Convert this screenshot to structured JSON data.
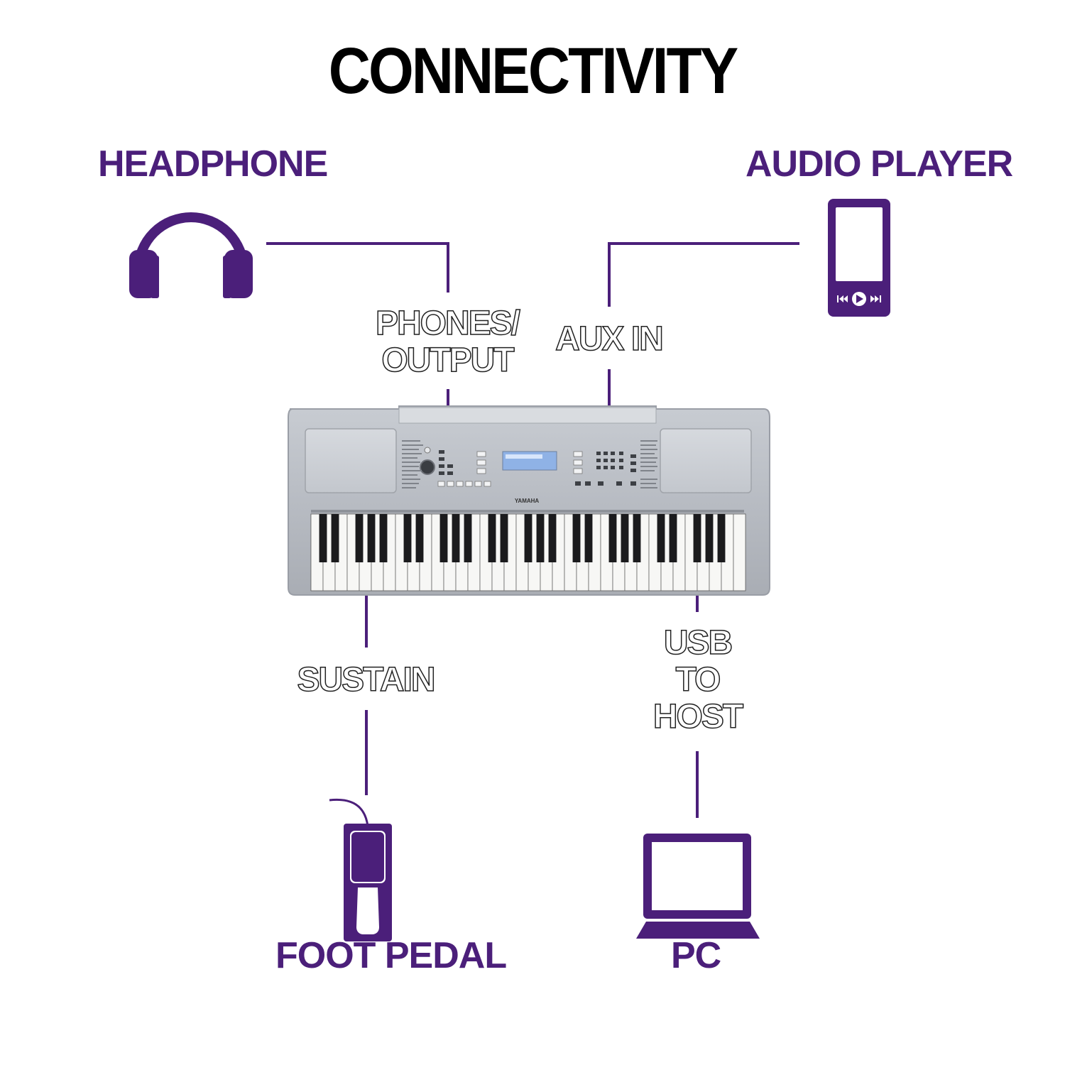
{
  "title": "CONNECTIVITY",
  "colors": {
    "accent": "#4b1f7a",
    "line": "#4b1f7a",
    "text": "#000000"
  },
  "devices": {
    "headphone": {
      "label": "HEADPHONE",
      "icon": "headphone-icon"
    },
    "audio_player": {
      "label": "AUDIO PLAYER",
      "icon": "phone-player-icon"
    },
    "foot_pedal": {
      "label": "FOOT PEDAL",
      "icon": "foot-pedal-icon"
    },
    "pc": {
      "label": "PC",
      "icon": "laptop-icon"
    }
  },
  "ports": {
    "phones": {
      "line1": "PHONES/",
      "line2": "OUTPUT"
    },
    "aux": {
      "label": "AUX IN"
    },
    "sustain": {
      "label": "SUSTAIN"
    },
    "usb": {
      "line1": "USB",
      "line2": "TO",
      "line3": "HOST"
    }
  },
  "keyboard": {
    "brand": "YAMAHA"
  }
}
